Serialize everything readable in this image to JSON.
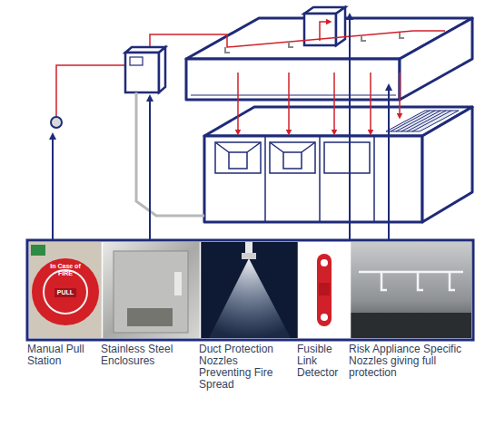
{
  "diagram": {
    "nodes": [
      {
        "text": [
          "Manual Pull Station"
        ]
      },
      {
        "text": [
          "Stainless Steel Enclosures"
        ]
      },
      {
        "text": [
          "Duct Protection Nozzles Preventing Fire Spread"
        ]
      },
      {
        "text": [
          "Fusible Link Detector"
        ]
      },
      {
        "text": [
          "Risk Appliance Specific Nozzles giving full protection"
        ]
      }
    ],
    "labels": [
      "In Case of FIRE",
      "PULL"
    ]
  }
}
